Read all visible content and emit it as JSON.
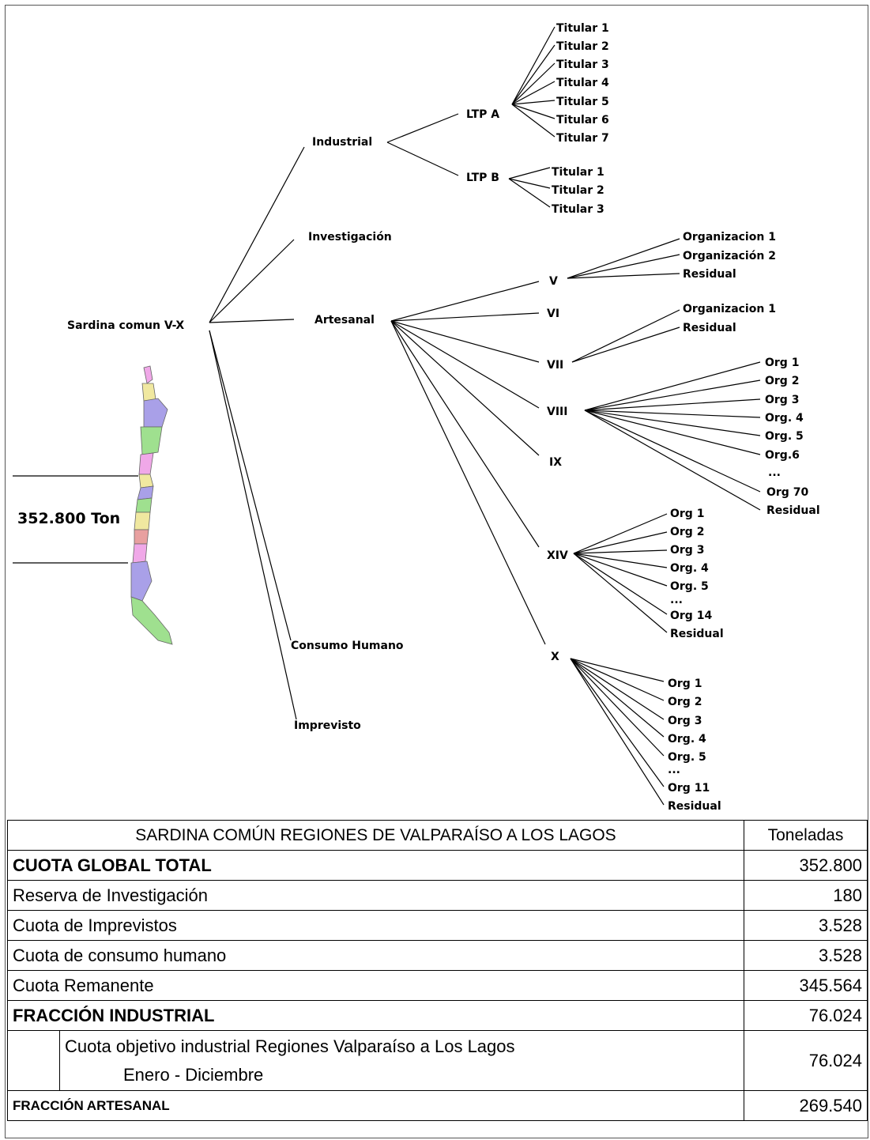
{
  "diagram": {
    "total": "352.800 Ton",
    "root": "Sardina comun V-X",
    "industrial": {
      "label": "Industrial",
      "ltp_a": {
        "label": "LTP A",
        "children": [
          "Titular 1",
          "Titular 2",
          "Titular 3",
          "Titular 4",
          "Titular 5",
          "Titular 6",
          "Titular 7"
        ]
      },
      "ltp_b": {
        "label": "LTP B",
        "children": [
          "Titular 1",
          "Titular 2",
          "Titular 3"
        ]
      }
    },
    "investigacion": "Investigación",
    "artesanal": {
      "label": "Artesanal",
      "regions": [
        {
          "label": "V",
          "children": [
            "Organizacion 1",
            "Organización 2",
            "Residual"
          ]
        },
        {
          "label": "VI",
          "children": []
        },
        {
          "label": "VII",
          "children": [
            "Organizacion 1",
            "Residual"
          ]
        },
        {
          "label": "VIII",
          "children": [
            "Org 1",
            "Org 2",
            "Org 3",
            "Org. 4",
            "Org. 5",
            "Org.6",
            "...",
            "Org 70",
            "Residual"
          ]
        },
        {
          "label": "IX",
          "children": []
        },
        {
          "label": "XIV",
          "children": [
            "Org 1",
            "Org 2",
            "Org 3",
            "Org. 4",
            "Org. 5",
            "...",
            "Org 14",
            "Residual"
          ]
        },
        {
          "label": "X",
          "children": [
            "Org 1",
            "Org 2",
            "Org 3",
            "Org. 4",
            "Org. 5",
            "...",
            "Org 11",
            "Residual"
          ]
        }
      ]
    },
    "consumo": "Consumo Humano",
    "imprevisto": "Imprevisto"
  },
  "table": {
    "header": {
      "title": "SARDINA COMÚN REGIONES DE VALPARAÍSO A LOS LAGOS",
      "unit": "Toneladas"
    },
    "rows": [
      {
        "label": "CUOTA GLOBAL TOTAL",
        "value": "352.800"
      },
      {
        "label": "Reserva de Investigación",
        "value": "180"
      },
      {
        "label": "Cuota de Imprevistos",
        "value": "3.528"
      },
      {
        "label": "Cuota de consumo humano",
        "value": "3.528"
      },
      {
        "label": "Cuota Remanente",
        "value": "345.564"
      },
      {
        "label": "FRACCIÓN INDUSTRIAL",
        "value": "76.024"
      }
    ],
    "objective": {
      "line1": "Cuota objetivo industrial Regiones Valparaíso a Los Lagos",
      "line2": "Enero - Diciembre",
      "value": "76.024"
    },
    "artesanal": {
      "label": "FRACCIÓN ARTESANAL",
      "value": "269.540"
    }
  },
  "colors": {
    "map_blue": "#a9a0e8",
    "map_green": "#9fe08f",
    "map_pink": "#f0a8e8",
    "map_yellow": "#f0e8a0",
    "map_red": "#e8a0a0"
  }
}
